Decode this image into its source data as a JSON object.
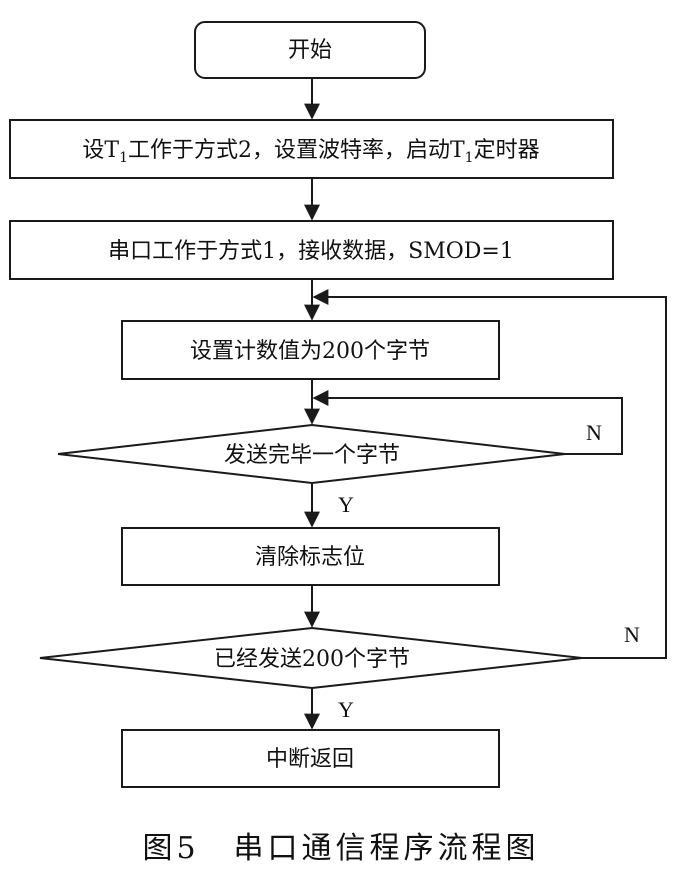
{
  "diagram": {
    "nodes": {
      "start": {
        "label": "开始",
        "shape": "rounded-rect"
      },
      "setup_timer": {
        "label_parts": [
          "设T",
          "1",
          "工作于方式2，设置波特率，启动T",
          "1",
          "定时器"
        ],
        "shape": "rect"
      },
      "serial_mode": {
        "label": "串口工作于方式1，接收数据，SMOD=1",
        "shape": "rect"
      },
      "set_count": {
        "label": "设置计数值为200个字节",
        "shape": "rect"
      },
      "byte_sent": {
        "label": "发送完毕一个字节",
        "shape": "diamond"
      },
      "clear_flag": {
        "label": "清除标志位",
        "shape": "rect"
      },
      "all_sent": {
        "label": "已经发送200个字节",
        "shape": "diamond"
      },
      "return": {
        "label": "中断返回",
        "shape": "rect"
      }
    },
    "edge_labels": {
      "byte_sent_no": "N",
      "byte_sent_yes": "Y",
      "all_sent_no": "N",
      "all_sent_yes": "Y"
    }
  },
  "caption": "图5　串口通信程序流程图",
  "colors": {
    "line": "#1a1a1a",
    "text": "#111111",
    "background": "#ffffff"
  }
}
